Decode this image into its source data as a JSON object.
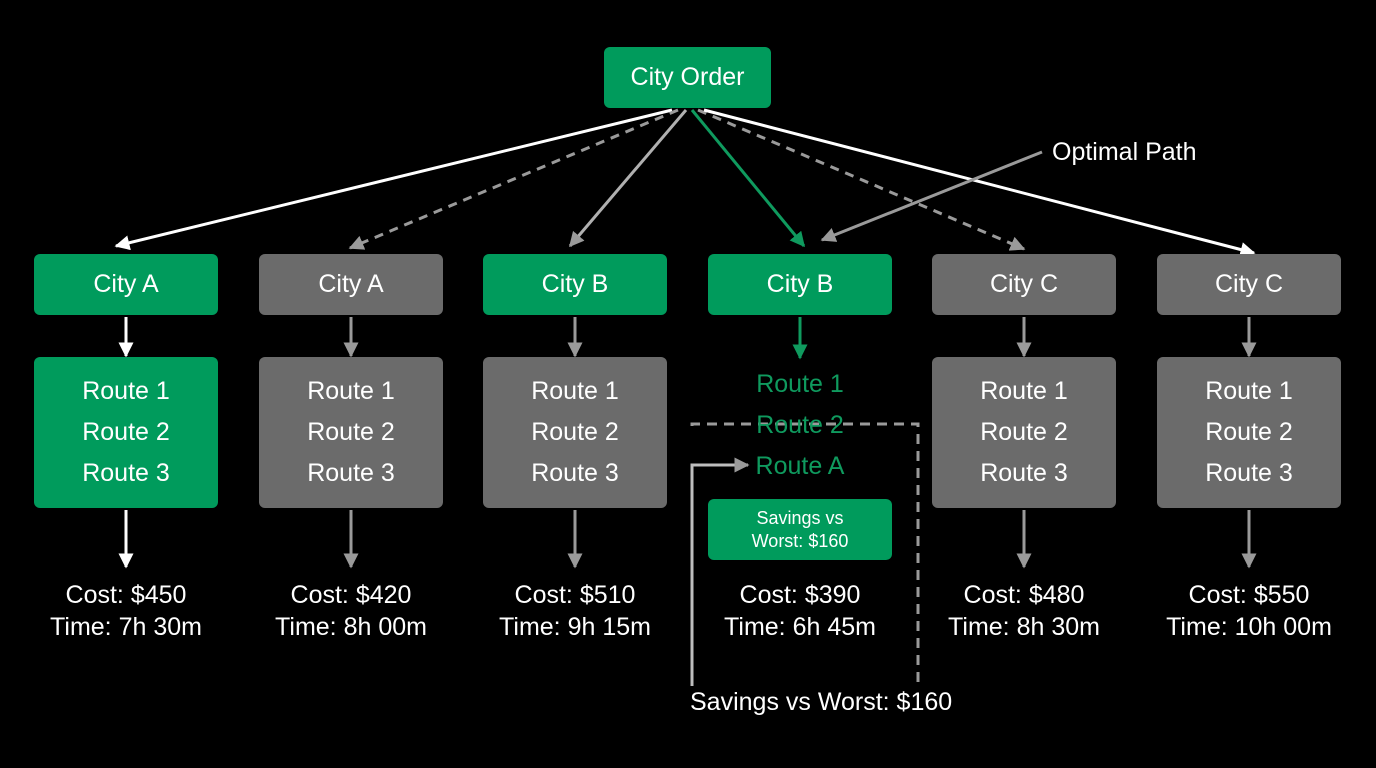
{
  "root": {
    "label": "City Order"
  },
  "callout": {
    "label": "Optimal Path"
  },
  "columns": [
    {
      "city": "City A",
      "routes": [
        "Route 1",
        "Route 2",
        "Route 3"
      ],
      "cost": "Cost: $450",
      "time": "Time: 7h 30m"
    },
    {
      "city": "City A",
      "routes": [
        "Route 1",
        "Route 2",
        "Route 3"
      ],
      "cost": "Cost: $420",
      "time": "Time: 8h 00m"
    },
    {
      "city": "City B",
      "routes": [
        "Route 1",
        "Route 2",
        "Route 3"
      ],
      "cost": "Cost: $510",
      "time": "Time: 9h 15m"
    },
    {
      "city": "City B",
      "routes": [
        "Route 1",
        "Route 2",
        "Route A"
      ],
      "cost": "Cost: $390",
      "time": "Time: 6h 45m"
    },
    {
      "city": "City C",
      "routes": [
        "Route 1",
        "Route 2",
        "Route 3"
      ],
      "cost": "Cost: $480",
      "time": "Time: 8h 30m"
    },
    {
      "city": "City C",
      "routes": [
        "Route 1",
        "Route 2",
        "Route 3"
      ],
      "cost": "Cost: $550",
      "time": "Time: 10h 00m"
    }
  ],
  "badge": {
    "line1": "Savings vs",
    "line2": "Worst: $160"
  },
  "savings_note": "Savings vs Worst: $160",
  "colors": {
    "green": "#009b5c",
    "gray": "#6b6b6b",
    "background": "#000000"
  }
}
